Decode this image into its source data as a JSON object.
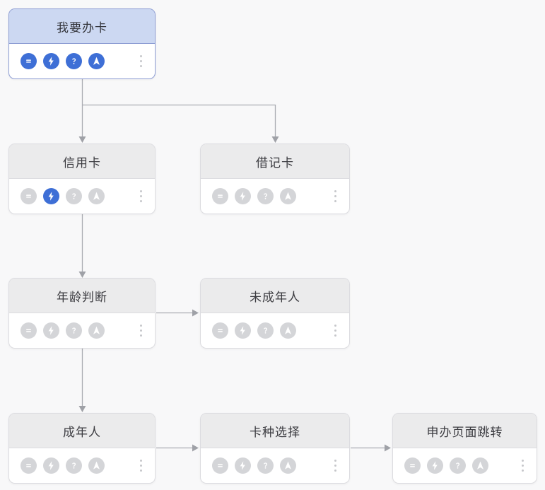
{
  "flowchart": {
    "nodes": [
      {
        "id": "start",
        "title": "我要办卡",
        "state": "selected",
        "toolbar": [
          "list-icon",
          "lightning-icon",
          "help-icon",
          "navigation-icon"
        ],
        "active_icons": [
          "list",
          "lightning",
          "help",
          "navigation"
        ]
      },
      {
        "id": "credit-card",
        "title": "信用卡",
        "state": "default",
        "toolbar": [
          "list-icon",
          "lightning-icon",
          "help-icon",
          "navigation-icon"
        ],
        "active_icons": [
          "lightning"
        ]
      },
      {
        "id": "debit-card",
        "title": "借记卡",
        "state": "default",
        "toolbar": [
          "list-icon",
          "lightning-icon",
          "help-icon",
          "navigation-icon"
        ],
        "active_icons": []
      },
      {
        "id": "age-check",
        "title": "年龄判断",
        "state": "default",
        "toolbar": [
          "list-icon",
          "lightning-icon",
          "help-icon",
          "navigation-icon"
        ],
        "active_icons": []
      },
      {
        "id": "minor",
        "title": "未成年人",
        "state": "default",
        "toolbar": [
          "list-icon",
          "lightning-icon",
          "help-icon",
          "navigation-icon"
        ],
        "active_icons": []
      },
      {
        "id": "adult",
        "title": "成年人",
        "state": "default",
        "toolbar": [
          "list-icon",
          "lightning-icon",
          "help-icon",
          "navigation-icon"
        ],
        "active_icons": []
      },
      {
        "id": "card-select",
        "title": "卡种选择",
        "state": "default",
        "toolbar": [
          "list-icon",
          "lightning-icon",
          "help-icon",
          "navigation-icon"
        ],
        "active_icons": []
      },
      {
        "id": "apply-jump",
        "title": "申办页面跳转",
        "state": "default",
        "toolbar": [
          "list-icon",
          "lightning-icon",
          "help-icon",
          "navigation-icon"
        ],
        "active_icons": []
      }
    ],
    "edges": [
      {
        "from": "我要办卡",
        "to": "信用卡"
      },
      {
        "from": "我要办卡",
        "to": "借记卡"
      },
      {
        "from": "信用卡",
        "to": "年龄判断"
      },
      {
        "from": "年龄判断",
        "to": "未成年人"
      },
      {
        "from": "年龄判断",
        "to": "成年人"
      },
      {
        "from": "成年人",
        "to": "卡种选择"
      },
      {
        "from": "卡种选择",
        "to": "申办页面跳转"
      }
    ],
    "colors": {
      "icon_active": "#3e6fd6",
      "icon_inactive": "#d4d5d8",
      "selected_border": "#8c9cd3",
      "selected_header": "#ccd8f2",
      "node_border": "#dcdce0",
      "node_header": "#ebebec",
      "connector": "#aaacb2",
      "canvas_bg": "#f8f8f9"
    }
  }
}
